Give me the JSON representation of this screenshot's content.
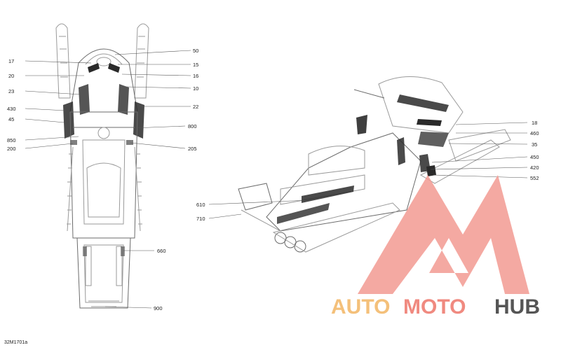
{
  "figure_id": "32M1701a",
  "callouts_left": [
    {
      "id": "c17",
      "text": "17"
    },
    {
      "id": "c20",
      "text": "20"
    },
    {
      "id": "c23",
      "text": "23"
    },
    {
      "id": "c430",
      "text": "430"
    },
    {
      "id": "c45",
      "text": "45"
    },
    {
      "id": "c850",
      "text": "850"
    },
    {
      "id": "c200",
      "text": "200"
    },
    {
      "id": "c50",
      "text": "50"
    },
    {
      "id": "c15",
      "text": "15"
    },
    {
      "id": "c16",
      "text": "16"
    },
    {
      "id": "c10",
      "text": "10"
    },
    {
      "id": "c22",
      "text": "22"
    },
    {
      "id": "c800",
      "text": "800"
    },
    {
      "id": "c205",
      "text": "205"
    },
    {
      "id": "c660",
      "text": "660"
    },
    {
      "id": "c900",
      "text": "900"
    }
  ],
  "callouts_right": [
    {
      "id": "c18",
      "text": "18"
    },
    {
      "id": "c460",
      "text": "460"
    },
    {
      "id": "c35",
      "text": "35"
    },
    {
      "id": "c450",
      "text": "450"
    },
    {
      "id": "c420",
      "text": "420"
    },
    {
      "id": "c552",
      "text": "552"
    },
    {
      "id": "c610",
      "text": "610"
    },
    {
      "id": "c710",
      "text": "710"
    }
  ],
  "watermark": {
    "part1": "AUTO",
    "part2": "MOTO",
    "part3": "HUB",
    "color1": "#f4c07a",
    "color2": "#f08a80",
    "color3": "#555555",
    "logo_color": "#f29a92"
  }
}
